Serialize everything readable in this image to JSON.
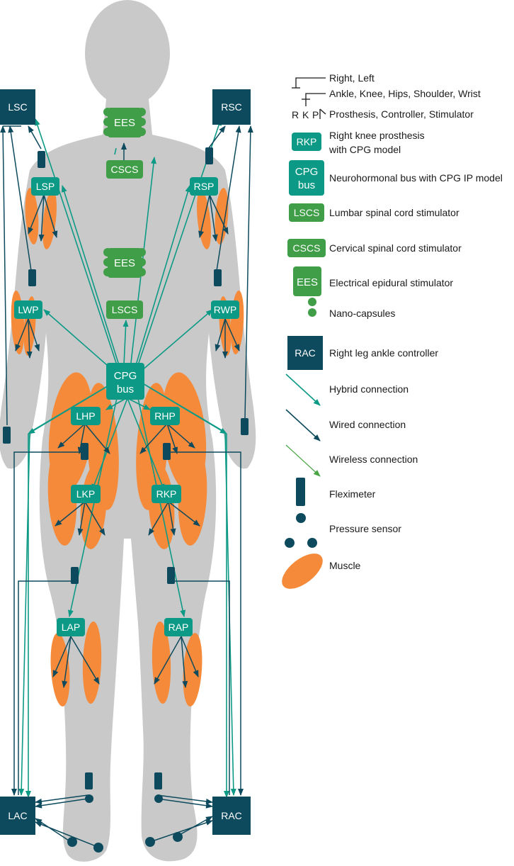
{
  "colors": {
    "body": "#c9c9c9",
    "muscle": "#f58a3a",
    "teal": "#0c9a86",
    "green": "#3f9e47",
    "navy": "#0d4a5e",
    "wireless": "#4aa645"
  },
  "nodes": {
    "lsc": "LSC",
    "rsc": "RSC",
    "lac": "LAC",
    "rac": "RAC",
    "ees_neck": "EES",
    "ees_mid": "EES",
    "cscs": "CSCS",
    "lscs": "LSCS",
    "cpg_line1": "CPG",
    "cpg_line2": "bus",
    "lsp": "LSP",
    "rsp": "RSP",
    "lwp": "LWP",
    "rwp": "RWP",
    "lhp": "LHP",
    "rhp": "RHP",
    "lkp": "LKP",
    "rkp": "RKP",
    "lap": "LAP",
    "rap": "RAP"
  },
  "legend": {
    "code_example": {
      "letters": [
        "R",
        "K",
        "P"
      ],
      "line1": "Right, Left",
      "line2": "Ankle, Knee, Hips, Shoulder, Wrist",
      "line3": "Prosthesis, Controller, Stimulator"
    },
    "rkp_box": "RKP",
    "rkp_line1": "Right knee prosthesis",
    "rkp_line2": "with CPG model",
    "cpg_box_line1": "CPG",
    "cpg_box_line2": "bus",
    "cpg_desc": "Neurohormonal bus with CPG IP model",
    "lscs_box": "LSCS",
    "lscs_desc": "Lumbar spinal cord stimulator",
    "cscs_box": "CSCS",
    "cscs_desc": "Cervical spinal cord stimulator",
    "ees_box": "EES",
    "ees_desc": "Electrical epidural stimulator",
    "nano_desc": "Nano-capsules",
    "rac_box": "RAC",
    "rac_desc": "Right leg ankle controller",
    "hybrid_desc": "Hybrid connection",
    "wired_desc": "Wired connection",
    "wireless_desc": "Wireless connection",
    "fleximeter_desc": "Fleximeter",
    "pressure_desc": "Pressure sensor",
    "muscle_desc": "Muscle"
  }
}
